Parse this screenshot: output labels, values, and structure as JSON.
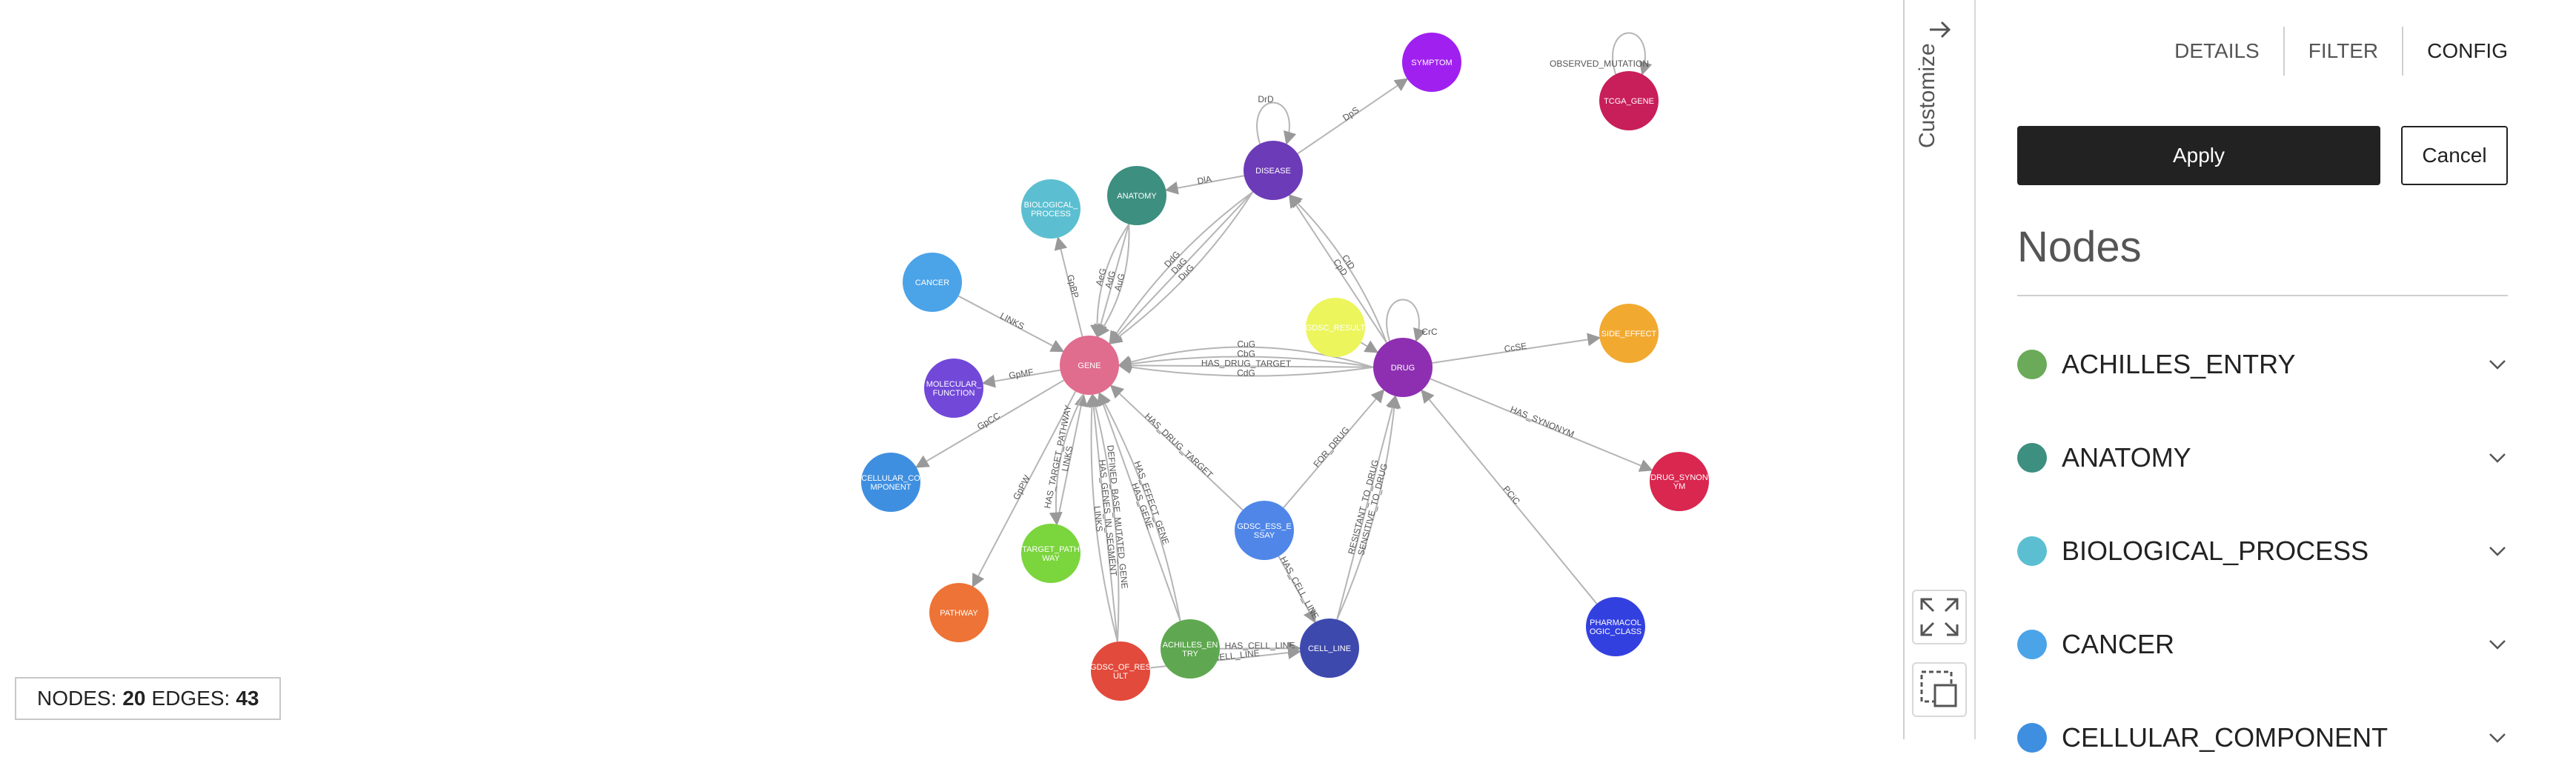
{
  "graph": {
    "nodes": [
      {
        "id": "gene",
        "label": "GENE",
        "color": "#e06c8e"
      },
      {
        "id": "drug",
        "label": "DRUG",
        "color": "#8e2fb2"
      },
      {
        "id": "disease",
        "label": "DISEASE",
        "color": "#6c3bb7"
      },
      {
        "id": "symptom",
        "label": "SYMPTOM",
        "color": "#a020f0"
      },
      {
        "id": "tcga",
        "label": "TCGA_GENE",
        "color": "#c81e59"
      },
      {
        "id": "anatomy",
        "label": "ANATOMY",
        "color": "#3d8f80"
      },
      {
        "id": "bio",
        "label": "BIOLOGICAL_\nPROCESS",
        "color": "#5bbfd1"
      },
      {
        "id": "cancer",
        "label": "CANCER",
        "color": "#4ba3e8"
      },
      {
        "id": "mol",
        "label": "MOLECULAR_\nFUNCTION",
        "color": "#7248d9"
      },
      {
        "id": "cell",
        "label": "CELLULAR_CO\nMPONENT",
        "color": "#3f8fe0"
      },
      {
        "id": "pathway",
        "label": "PATHWAY",
        "color": "#ee7336"
      },
      {
        "id": "target",
        "label": "TARGET_PATH\nWAY",
        "color": "#7bd53d",
        "dark": true
      },
      {
        "id": "gdsc_res",
        "label": "GDSC_RESULT",
        "color": "#ecf55c",
        "dark": true
      },
      {
        "id": "gdsc_essay",
        "label": "GDSC_ESS_E\nSSAY",
        "color": "#4f86e8"
      },
      {
        "id": "achilles",
        "label": "ACHILLES_EN\nTRY",
        "color": "#5fa851"
      },
      {
        "id": "gdsc_of",
        "label": "GDSC_OF_RES\nULT",
        "color": "#e24a3b"
      },
      {
        "id": "cell_line",
        "label": "CELL_LINE",
        "color": "#3d49ad"
      },
      {
        "id": "side",
        "label": "SIDE_EFFECT",
        "color": "#f2a930"
      },
      {
        "id": "drug_syn",
        "label": "DRUG_SYNON\nYM",
        "color": "#d9274f"
      },
      {
        "id": "pharm",
        "label": "PHARMACOL\nOGIC_CLASS",
        "color": "#3340e0"
      }
    ],
    "edges": [
      {
        "from": "disease",
        "to": "symptom",
        "label": "DpS"
      },
      {
        "from": "disease",
        "to": "disease",
        "label": "DrD"
      },
      {
        "from": "tcga",
        "to": "tcga",
        "label": "OBSERVED_MUTATION"
      },
      {
        "from": "disease",
        "to": "anatomy",
        "label": "DlA"
      },
      {
        "from": "gene",
        "to": "bio",
        "label": "GpBP"
      },
      {
        "from": "anatomy",
        "to": "gene",
        "label": "AdG"
      },
      {
        "from": "anatomy",
        "to": "gene",
        "label": "AeG"
      },
      {
        "from": "anatomy",
        "to": "gene",
        "label": "AuG"
      },
      {
        "from": "disease",
        "to": "gene",
        "label": "DaG"
      },
      {
        "from": "disease",
        "to": "gene",
        "label": "DdG"
      },
      {
        "from": "disease",
        "to": "gene",
        "label": "DuG"
      },
      {
        "from": "drug",
        "to": "disease",
        "label": "CpD"
      },
      {
        "from": "drug",
        "to": "disease",
        "label": "CtD"
      },
      {
        "from": "drug",
        "to": "drug",
        "label": "CrC"
      },
      {
        "from": "cancer",
        "to": "gene",
        "label": "LINKS"
      },
      {
        "from": "drug",
        "to": "gene",
        "label": "HAS_DRUG_TARGET"
      },
      {
        "from": "drug",
        "to": "gene",
        "label": "CbG"
      },
      {
        "from": "drug",
        "to": "gene",
        "label": "CdG"
      },
      {
        "from": "drug",
        "to": "gene",
        "label": "CuG"
      },
      {
        "from": "gdsc_res",
        "to": "drug",
        "label": ""
      },
      {
        "from": "drug",
        "to": "side",
        "label": "CcSE"
      },
      {
        "from": "gene",
        "to": "mol",
        "label": "GpMF"
      },
      {
        "from": "gene",
        "to": "cell",
        "label": "GpCC"
      },
      {
        "from": "gene",
        "to": "pathway",
        "label": "GpPW"
      },
      {
        "from": "target",
        "to": "gene",
        "label": "LINKS"
      },
      {
        "from": "gdsc_essay",
        "to": "gene",
        "label": "HAS_DRUG_TARGET"
      },
      {
        "from": "gdsc_essay",
        "to": "drug",
        "label": "FOR_DRUG"
      },
      {
        "from": "drug",
        "to": "drug_syn",
        "label": "HAS_SYNONYM"
      },
      {
        "from": "pharm",
        "to": "drug",
        "label": "PCiC"
      },
      {
        "from": "achilles",
        "to": "gene",
        "label": "HAS_GENE"
      },
      {
        "from": "achilles",
        "to": "gene",
        "label": "HAS_EFFECT_GENE"
      },
      {
        "from": "gdsc_of",
        "to": "gene",
        "label": "HAS_GENES_IN_SEGMENT"
      },
      {
        "from": "gdsc_of",
        "to": "gene",
        "label": "DEFINED_BASE_MUTATED_GENE"
      },
      {
        "from": "gdsc_of",
        "to": "gene",
        "label": "LINKS"
      },
      {
        "from": "gene",
        "to": "target",
        "label": "HAS_TARGET_PATHWAY"
      },
      {
        "from": "cell_line",
        "to": "drug",
        "label": "RESISTANT_TO_DRUG"
      },
      {
        "from": "cell_line",
        "to": "drug",
        "label": "SENSITIVE_TO_DRUG"
      },
      {
        "from": "gdsc_essay",
        "to": "cell_line",
        "label": "HAS_CELL_LINE"
      },
      {
        "from": "achilles",
        "to": "cell_line",
        "label": "HAS_CELL_LINE"
      },
      {
        "from": "gdsc_of",
        "to": "cell_line",
        "label": "HAS_CELL_LINE"
      }
    ]
  },
  "stats": {
    "nodes_label": "NODES:",
    "nodes_value": "20",
    "edges_label": "EDGES:",
    "edges_value": "43"
  },
  "strip": {
    "customize_label": "Customize",
    "collapse_icon": "arrow-right-icon",
    "fit_icon": "fit-screen-icon",
    "select_icon": "box-select-icon"
  },
  "panel": {
    "tabs": [
      {
        "label": "DETAILS"
      },
      {
        "label": "FILTER"
      },
      {
        "label": "CONFIG"
      }
    ],
    "apply_label": "Apply",
    "cancel_label": "Cancel",
    "nodes_title": "Nodes",
    "node_types": [
      {
        "label": "ACHILLES_ENTRY",
        "color": "#6aaa58"
      },
      {
        "label": "ANATOMY",
        "color": "#3d8f80"
      },
      {
        "label": "BIOLOGICAL_PROCESS",
        "color": "#5bbfd1"
      },
      {
        "label": "CANCER",
        "color": "#4ba3e8"
      },
      {
        "label": "CELLULAR_COMPONENT",
        "color": "#3f8fe0"
      }
    ]
  }
}
